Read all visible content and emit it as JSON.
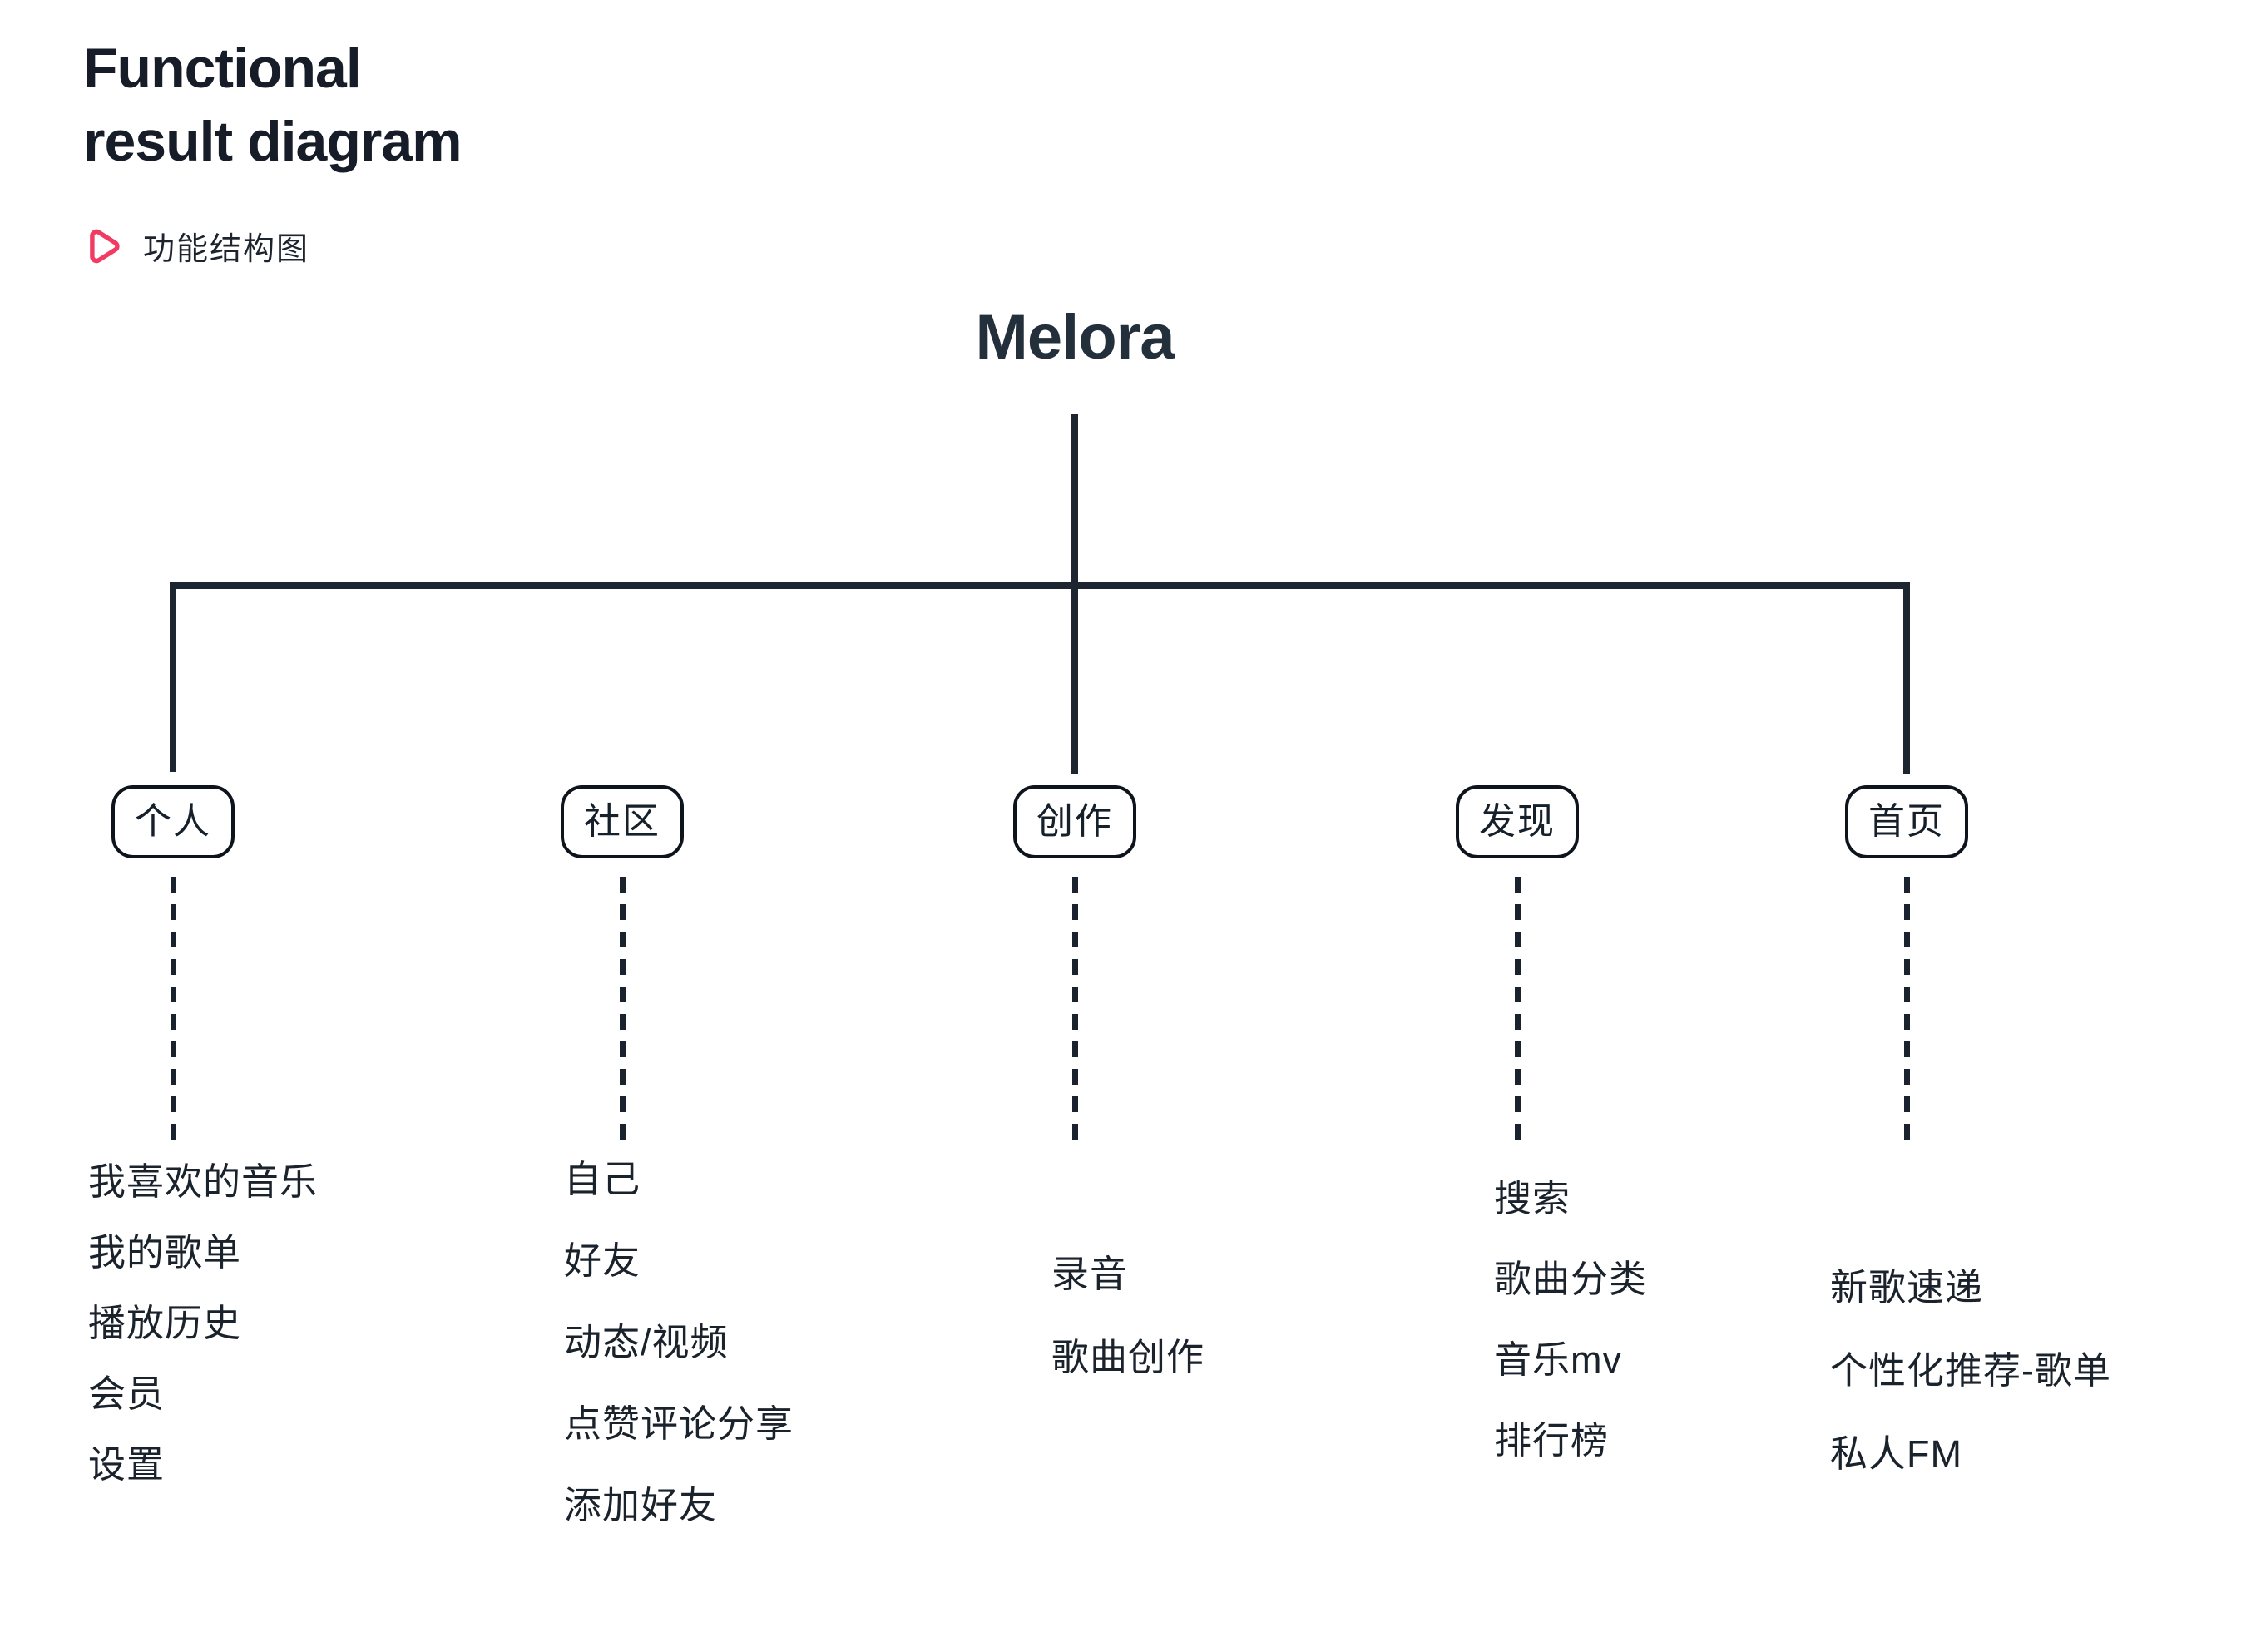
{
  "header": {
    "title_line1": "Functional",
    "title_line2": "result diagram",
    "subtitle": "功能结构图",
    "icon": "play-icon"
  },
  "root": {
    "label": "Melora"
  },
  "branches": [
    {
      "id": "personal",
      "label": "个人",
      "items": [
        "我喜欢的音乐",
        "我的歌单",
        "播放历史",
        "会员",
        "设置"
      ]
    },
    {
      "id": "community",
      "label": "社区",
      "items": [
        "自己",
        "好友",
        "动态/视频",
        "点赞评论分享",
        "添加好友"
      ]
    },
    {
      "id": "creation",
      "label": "创作",
      "items": [
        "录音",
        "歌曲创作"
      ]
    },
    {
      "id": "discovery",
      "label": "发现",
      "items": [
        "搜索",
        "歌曲分类",
        "音乐mv",
        "排行榜"
      ]
    },
    {
      "id": "home",
      "label": "首页",
      "items": [
        "新歌速递",
        "个性化推荐-歌单",
        "私人FM"
      ]
    }
  ],
  "colors": {
    "accent_pink": "#F23B62",
    "line_dark": "#1C2530",
    "text_dark": "#161D29",
    "background": "#FFFFFF"
  }
}
